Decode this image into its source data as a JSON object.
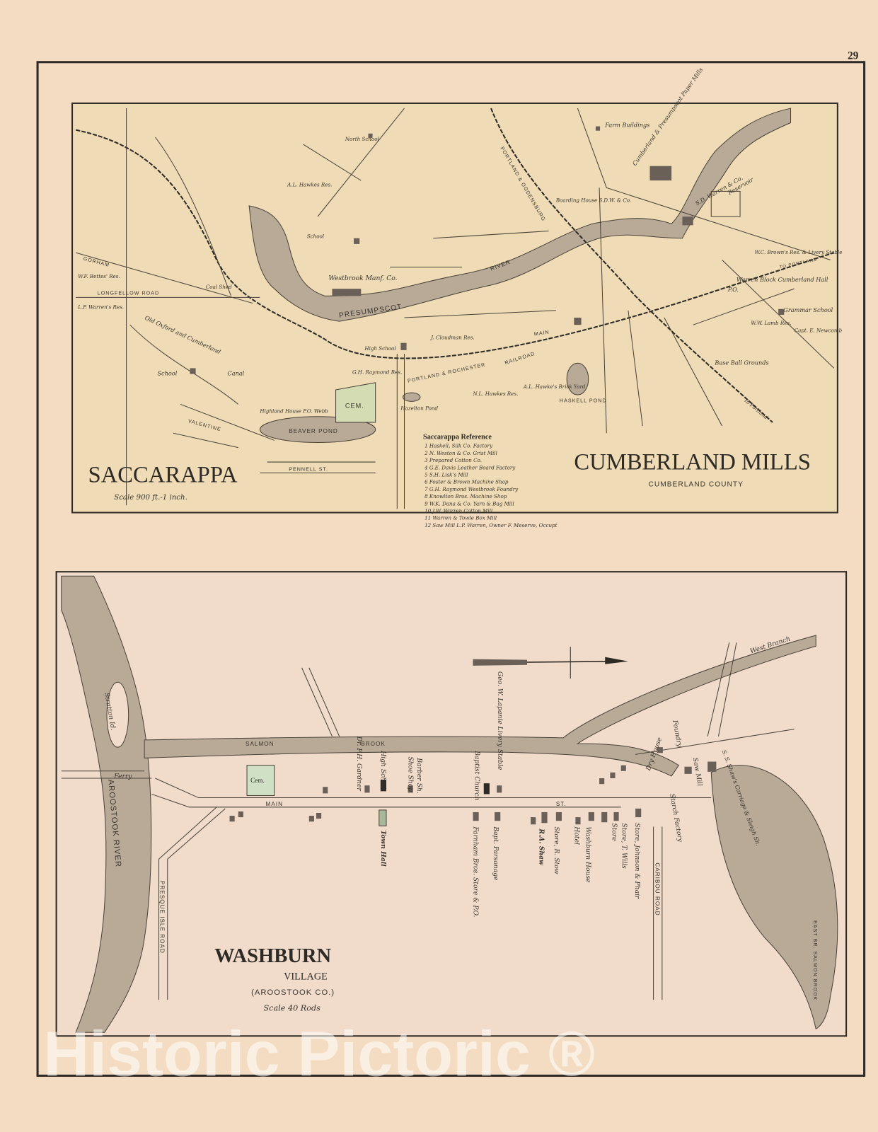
{
  "page_number": "29",
  "top_map": {
    "title_left": "SACCARAPPA",
    "scale": "Scale 900 ft.-1 inch.",
    "title_right": "CUMBERLAND MILLS",
    "county": "CUMBERLAND COUNTY",
    "river": "PRESUMPSCOT",
    "river2": "RIVER",
    "reference_title": "Saccarappa Reference",
    "reference": [
      "1 Haskell, Silk Co. Factory",
      "2 N. Weston & Co. Grist Mill",
      "3 Prepared Cotton Co.",
      "4 G.E. Davis Leather Board Factory",
      "5 S.H. Lisk's Mill",
      "6 Foster & Brown Machine Shop",
      "7 G.H. Raymond Westbrook Foundry",
      "8 Knowlton Bros. Machine Shop",
      "9 W.K. Dana & Co. Yarn & Bag Mill",
      "10 J.W. Warren Cotton Mill",
      "11 Warren & Towle Box Mill",
      "12 Saw Mill  L.P. Warren, Owner  F. Meserve, Occupt"
    ],
    "labels": {
      "longfellow": "LONGFELLOW  ROAD",
      "gorham": "GORHAM",
      "old_oxford": "Old Oxford and Cumberland",
      "canal": "Canal",
      "school1": "School",
      "school2": "School",
      "north_school": "North School",
      "high_school": "High School",
      "cem": "CEM.",
      "beaver_pond": "BEAVER POND",
      "pennell": "PENNELL ST.",
      "valentine": "VALENTINE",
      "westbrook": "Westbrook Manf. Co.",
      "portland_rochester": "PORTLAND & ROCHESTER",
      "railroad": "RAILROAD",
      "portland_ogdensburg": "PORTLAND & OGDENSBURG",
      "main": "MAIN",
      "haskell_pond": "HASKELL POND",
      "hazelton_pond": "Hazelton Pond",
      "base_ball": "Base Ball Grounds",
      "grammar_school": "Grammar School",
      "to_portland": "To Portland",
      "to_portland2": "TO PORTLAND",
      "reservoir": "Reservoir",
      "paper_mills": "Cumberland & Presumpscot Paper Mills",
      "sd_warren": "S.D. Warren & Co.",
      "farm_buildings": "Farm Buildings",
      "warren_block": "Warren Block Cumberland Hall",
      "wf_bettes": "W.F. Bettes' Res.",
      "lp_warren": "L.P. Warren's Res.",
      "al_hawkes": "A.L. Hawkes Res.",
      "j_cloudman": "J. Cloudman Res.",
      "gh_raymond": "G.H. Raymond Res.",
      "nl_hawkes": "N.L. Hawkes Res.",
      "al_hawkes_brick": "A.L. Hawke's Brick Yard",
      "ww_lamb": "W.W. Lamb Res.",
      "capt_newcomb": "Capt. E. Newcomb",
      "coal_shed": "Coal Shed",
      "boarding_house": "Boarding House S.D.W. & Co.",
      "wc_brown": "W.C. Brown's Res. & Livery Stable",
      "highland_house": "Highland House P.O. Webb",
      "po": "P.O."
    }
  },
  "bottom_map": {
    "title": "WASHBURN",
    "subtitle": "VILLAGE",
    "county": "(AROOSTOOK   CO.)",
    "scale": "Scale 40 Rods",
    "labels": {
      "aroostook": "AROOSTOOK  RIVER",
      "salmon": "SALMON",
      "brook": "BROOK",
      "stratton": "Stratton Id.",
      "ferry": "Ferry",
      "cem": "Cem.",
      "main": "MAIN",
      "st": "ST.",
      "presque_isle": "PRESQUE  ISLE  ROAD",
      "caribou": "CARIBOU  ROAD",
      "west_branch": "West Branch",
      "east_br": "EAST BR. SALMON BROOK",
      "town_hall": "Town Hall",
      "high_school": "High School",
      "gardner": "Dr. F.H. Gardner",
      "shoe_shop": "Shoe Shop",
      "barber": "Barber Sh.",
      "baptist": "Baptist Church",
      "livery": "Geo. W. Lapanie Livery Stable",
      "farnham": "Farnham Bros. Store & P.O.",
      "parsonage": "Bapt. Parsonage",
      "shaw": "R.A. Shaw",
      "stow": "Store, R. Stow",
      "hotel": "Hotel",
      "washburn_house": "Washburn House",
      "store": "Store",
      "wills": "Store, T. Wills",
      "johnson": "Store, Johnson & Phair",
      "starch": "Starch Factory",
      "dry_house": "Dry House",
      "foundry": "Foundry",
      "mill": "Saw Mill",
      "ss": "S. S. Shaw's Carriage & Sleigh Sh."
    }
  },
  "watermark": "Historic Pictoric ®"
}
